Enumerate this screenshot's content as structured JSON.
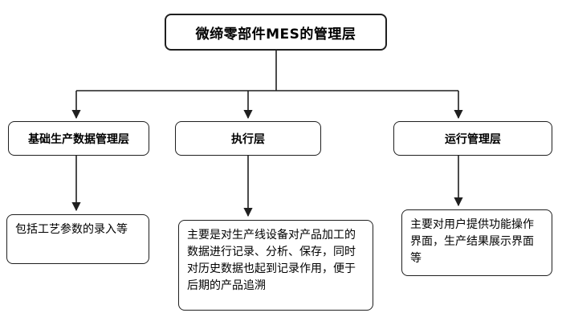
{
  "diagram": {
    "title": "微缔零部件MES的管理层",
    "level2": [
      {
        "label": "基础生产数据管理层"
      },
      {
        "label": "执行层"
      },
      {
        "label": "运行管理层"
      }
    ],
    "level3": [
      {
        "text": "包括工艺参数的录入等"
      },
      {
        "text": "主要是对生产线设备对产品加工的数据进行记录、分析、保存，同时对历史数据也起到记录作用，便于后期的产品追溯"
      },
      {
        "text": "主要对用户提供功能操作界面，生产结果展示界面等"
      }
    ],
    "colors": {
      "line": "#1f1f1f",
      "border": "#1f1f1f",
      "background": "#ffffff"
    }
  }
}
